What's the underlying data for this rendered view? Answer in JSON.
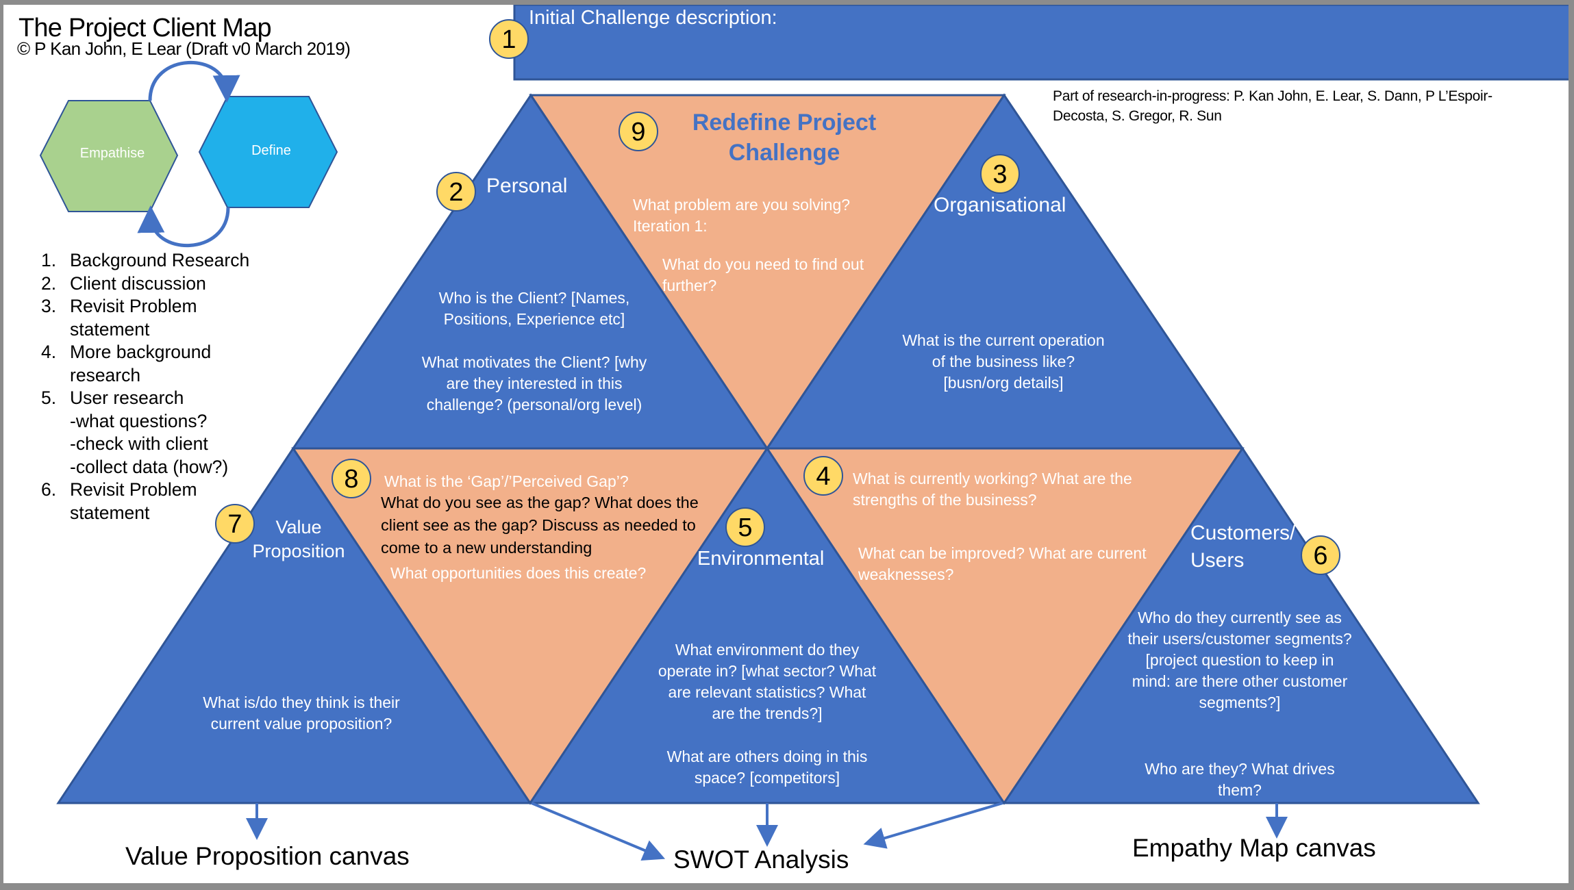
{
  "header": {
    "title": "The Project Client Map",
    "copyright": "© P Kan John, E Lear (Draft v0 March 2019)",
    "research_note": "Part of research-in-progress: P. Kan John, E. Lear, S. Dann, P L’Espoir-Decosta, S. Gregor, R. Sun"
  },
  "cycle": {
    "empathise": "Empathise",
    "define": "Define"
  },
  "steps": [
    {
      "num": "1.",
      "text": "Background Research",
      "subs": []
    },
    {
      "num": "2.",
      "text": "Client discussion",
      "subs": []
    },
    {
      "num": "3.",
      "text": "Revisit Problem statement",
      "subs": []
    },
    {
      "num": "4.",
      "text": "More background research",
      "subs": []
    },
    {
      "num": "5.",
      "text": "User research",
      "subs": [
        "-what questions?",
        "-check with client",
        "-collect data (how?)"
      ]
    },
    {
      "num": "6.",
      "text": "Revisit Problem statement",
      "subs": []
    }
  ],
  "challenge": {
    "badge": "1",
    "label": "Initial Challenge description:"
  },
  "sections": {
    "redefine": {
      "badge": "9",
      "title": "Redefine Project Challenge",
      "q1": "What problem are you solving?",
      "q2": "Iteration 1:",
      "q3": "What do you need to find out further?"
    },
    "personal": {
      "badge": "2",
      "label": "Personal",
      "q1": "Who is the Client? [Names, Positions, Experience etc]",
      "q2": "What motivates the Client? [why are they interested in this challenge? (personal/org level)"
    },
    "organisational": {
      "badge": "3",
      "label": "Organisational",
      "q1": "What is the current operation of the business like? [busn/org details]"
    },
    "value_proposition": {
      "badge": "7",
      "label": "Value Proposition",
      "q1": "What is/do they think is their current value proposition?"
    },
    "gap": {
      "badge": "8",
      "q1": "What is the ‘Gap’/’Perceived Gap’?",
      "q2": "What do you see as the gap? What does the client see as the gap? Discuss as needed to come to a new understanding",
      "q3": "What opportunities does this create?"
    },
    "environmental": {
      "badge": "5",
      "label": "Environmental",
      "q1": "What environment do they operate in? [what sector? What are relevant statistics? What are the trends?]",
      "q2": "What are others doing in this space? [competitors]"
    },
    "strengths": {
      "badge": "4",
      "q1": "What is currently working? What are the strengths of the business?",
      "q2": "What can be improved? What are current weaknesses?"
    },
    "customers": {
      "badge": "6",
      "label": "Customers/ Users",
      "q1": "Who do they currently see as their users/customer segments? [project question to keep in mind: are there other customer segments?]",
      "q2": "Who  are they? What drives them?"
    }
  },
  "outcomes": {
    "value_proposition_canvas": "Value Proposition canvas",
    "swot": "SWOT Analysis",
    "empathy_map": "Empathy Map canvas"
  },
  "colors": {
    "blue": "#4472c4",
    "blue_border": "#2f5597",
    "orange": "#f2b08a",
    "badge": "#ffd966",
    "green": "#a9d18e",
    "cyan": "#20b0ea"
  }
}
